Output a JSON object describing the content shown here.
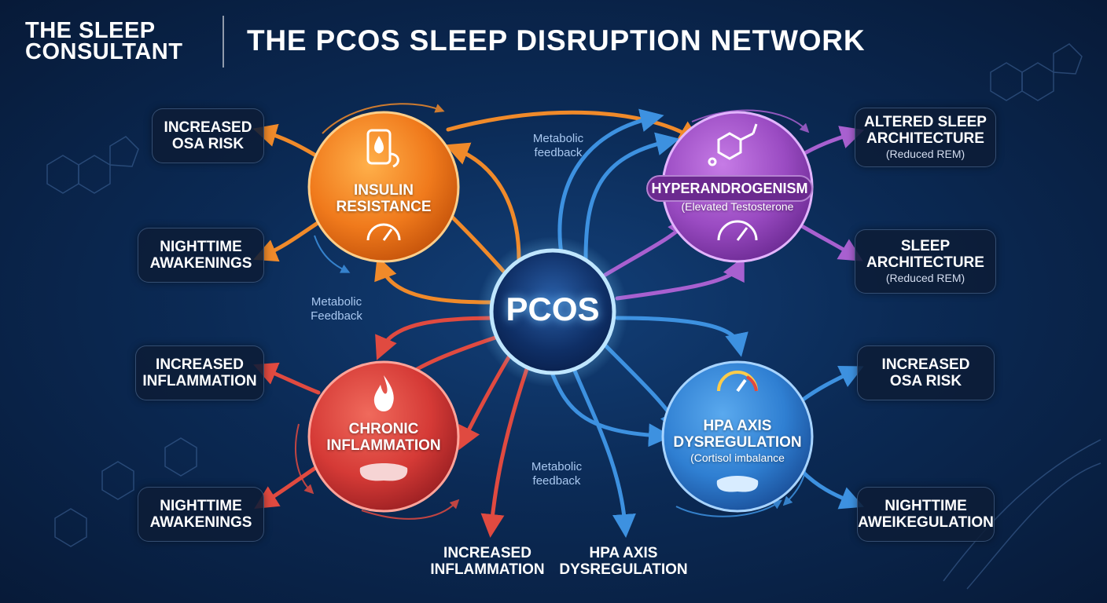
{
  "header": {
    "brand_line1": "THE SLEEP",
    "brand_line2": "CONSULTANT",
    "title": "THE PCOS SLEEP DISRUPTION NETWORK"
  },
  "center": {
    "label": "PCOS"
  },
  "nodes": {
    "insulin": {
      "line1": "INSULIN",
      "line2": "RESISTANCE",
      "color": "#f07a1c",
      "icon": "glucose-meter-icon"
    },
    "hyper": {
      "line1": "HYPERANDROGENISM",
      "line2": "(Elevated Testosterone",
      "color": "#9a4bc2",
      "icon": "steroid-molecule-icon"
    },
    "inflammation": {
      "line1": "CHRONIC",
      "line2": "INFLAMMATION",
      "color": "#d53a36",
      "icon": "flame-icon"
    },
    "hpa": {
      "line1": "HPA AXIS",
      "line2": "DYSREGULATION",
      "line3": "(Cortisol imbalance",
      "color": "#2f7fd2",
      "icon": "gauge-icon"
    }
  },
  "outcomes": {
    "tl": {
      "line1": "INCREASED",
      "line2": "OSA RISK"
    },
    "ml": {
      "line1": "NIGHTTIME",
      "line2": "AWAKENINGS"
    },
    "bl1": {
      "line1": "INCREASED",
      "line2": "INFLAMMATION"
    },
    "bl2": {
      "line1": "NIGHTTIME",
      "line2": "AWAKENINGS"
    },
    "tr": {
      "line1": "ALTERED SLEEP",
      "line2": "ARCHITECTURE",
      "sub": "(Reduced REM)"
    },
    "mr": {
      "line1": "SLEEP",
      "line2": "ARCHITECTURE",
      "sub": "(Reduced REM)"
    },
    "br1": {
      "line1": "INCREASED",
      "line2": "OSA RISK"
    },
    "br2": {
      "line1": "NIGHTTIME",
      "line2": "AWEIKEGULATION"
    },
    "bottom_left": {
      "line1": "INCREASED",
      "line2": "INFLAMMATION"
    },
    "bottom_right": {
      "line1": "HPA AXIS",
      "line2": "DYSREGULATION"
    }
  },
  "feedback_labels": {
    "top": {
      "line1": "Metabolic",
      "line2": "feedback"
    },
    "left": {
      "line1": "Metabolic",
      "line2": "Feedback"
    },
    "bottom": {
      "line1": "Metabolic",
      "line2": "feedback"
    }
  },
  "colors": {
    "background": "#0b2a55",
    "orange": "#f07a1c",
    "purple": "#9a4bc2",
    "red": "#d53a36",
    "blue": "#2f7fd2",
    "center_glow": "#7fd0ff"
  }
}
